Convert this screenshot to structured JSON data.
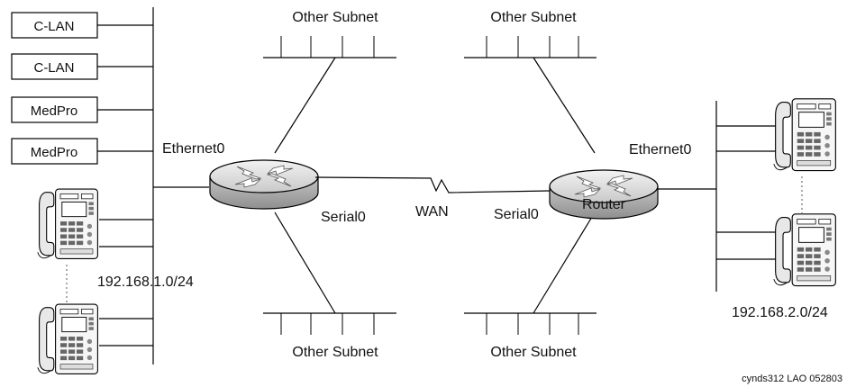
{
  "network_a": {
    "devices": [
      "C-LAN",
      "C-LAN",
      "MedPro",
      "MedPro"
    ],
    "subnet": "192.168.1.0/24",
    "interface_ethernet": "Ethernet0",
    "interface_serial": "Serial0"
  },
  "network_b": {
    "subnet": "192.168.2.0/24",
    "interface_ethernet": "Ethernet0",
    "interface_serial": "Serial0",
    "router_label": "Router"
  },
  "wan_label": "WAN",
  "other_subnet_labels": [
    "Other Subnet",
    "Other Subnet",
    "Other Subnet",
    "Other Subnet"
  ],
  "footer_code": "cynds312 LAO 052803"
}
